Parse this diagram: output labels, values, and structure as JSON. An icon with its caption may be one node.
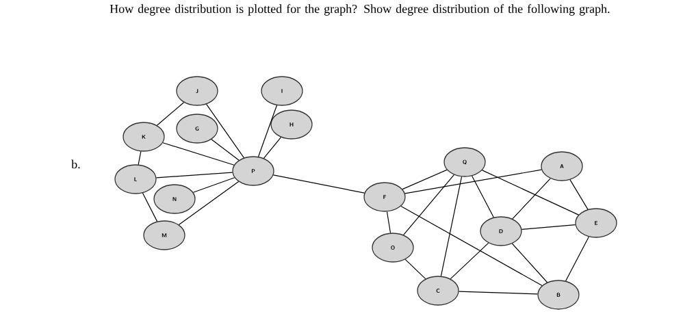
{
  "diagram": {
    "title": "How degree distribution is plotted for the graph? Show degree distribution of the following graph.",
    "nodes": [
      {
        "text": [
          "J"
        ]
      },
      {
        "text": [
          "I"
        ]
      },
      {
        "text": [
          "G"
        ]
      },
      {
        "text": [
          "H"
        ]
      },
      {
        "text": [
          "K"
        ]
      },
      {
        "text": [
          "P"
        ]
      },
      {
        "text": [
          "L"
        ]
      },
      {
        "text": [
          "N"
        ]
      },
      {
        "text": [
          "M"
        ]
      },
      {
        "text": [
          "Q"
        ]
      },
      {
        "text": [
          "A"
        ]
      },
      {
        "text": [
          "F"
        ]
      },
      {
        "text": [
          "E"
        ]
      },
      {
        "text": [
          "D"
        ]
      },
      {
        "text": [
          "O"
        ]
      },
      {
        "text": [
          "C"
        ]
      },
      {
        "text": [
          "B"
        ]
      }
    ],
    "edges": [
      {
        "from": 0,
        "to": 4,
        "arrow": "none"
      },
      {
        "from": 0,
        "to": 5,
        "arrow": "none"
      },
      {
        "from": 2,
        "to": 5,
        "arrow": "none"
      },
      {
        "from": 1,
        "to": 5,
        "arrow": "none"
      },
      {
        "from": 3,
        "to": 5,
        "arrow": "none"
      },
      {
        "from": 4,
        "to": 5,
        "arrow": "none"
      },
      {
        "from": 4,
        "to": 6,
        "arrow": "none"
      },
      {
        "from": 6,
        "to": 5,
        "arrow": "none"
      },
      {
        "from": 7,
        "to": 5,
        "arrow": "none"
      },
      {
        "from": 8,
        "to": 5,
        "arrow": "none"
      },
      {
        "from": 6,
        "to": 8,
        "arrow": "none"
      },
      {
        "from": 5,
        "to": 11,
        "arrow": "none"
      },
      {
        "from": 11,
        "to": 9,
        "arrow": "none"
      },
      {
        "from": 11,
        "to": 10,
        "arrow": "none"
      },
      {
        "from": 11,
        "to": 14,
        "arrow": "none"
      },
      {
        "from": 11,
        "to": 16,
        "arrow": "none"
      },
      {
        "from": 9,
        "to": 14,
        "arrow": "none"
      },
      {
        "from": 9,
        "to": 15,
        "arrow": "none"
      },
      {
        "from": 9,
        "to": 13,
        "arrow": "none"
      },
      {
        "from": 9,
        "to": 12,
        "arrow": "none"
      },
      {
        "from": 10,
        "to": 13,
        "arrow": "none"
      },
      {
        "from": 10,
        "to": 12,
        "arrow": "none"
      },
      {
        "from": 13,
        "to": 12,
        "arrow": "none"
      },
      {
        "from": 13,
        "to": 15,
        "arrow": "none"
      },
      {
        "from": 13,
        "to": 16,
        "arrow": "none"
      },
      {
        "from": 14,
        "to": 15,
        "arrow": "none"
      },
      {
        "from": 15,
        "to": 16,
        "arrow": "none"
      },
      {
        "from": 12,
        "to": 16,
        "arrow": "none"
      }
    ],
    "labels": [
      "b."
    ]
  }
}
